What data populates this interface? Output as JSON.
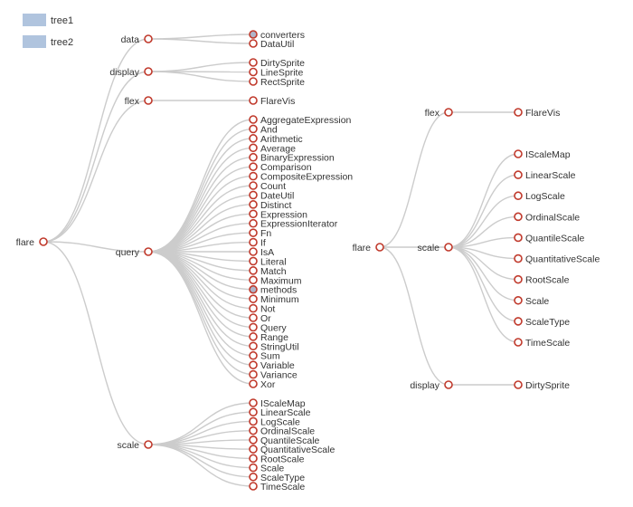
{
  "colors": {
    "link": "#cccccc",
    "node_stroke": "#c0392b",
    "node_fill": "#ffffff",
    "node_fill_collapsed": "#b0b4c8",
    "legend_swatch": "#b0c4de",
    "text": "#333333"
  },
  "legend": [
    {
      "label": "tree1"
    },
    {
      "label": "tree2"
    }
  ],
  "tree1": {
    "name": "flare",
    "children": [
      {
        "name": "data",
        "children": [
          {
            "name": "converters",
            "collapsed": true
          },
          {
            "name": "DataUtil"
          }
        ]
      },
      {
        "name": "display",
        "children": [
          {
            "name": "DirtySprite"
          },
          {
            "name": "LineSprite"
          },
          {
            "name": "RectSprite"
          }
        ]
      },
      {
        "name": "flex",
        "children": [
          {
            "name": "FlareVis"
          }
        ]
      },
      {
        "name": "query",
        "children": [
          {
            "name": "AggregateExpression"
          },
          {
            "name": "And"
          },
          {
            "name": "Arithmetic"
          },
          {
            "name": "Average"
          },
          {
            "name": "BinaryExpression"
          },
          {
            "name": "Comparison"
          },
          {
            "name": "CompositeExpression"
          },
          {
            "name": "Count"
          },
          {
            "name": "DateUtil"
          },
          {
            "name": "Distinct"
          },
          {
            "name": "Expression"
          },
          {
            "name": "ExpressionIterator"
          },
          {
            "name": "Fn"
          },
          {
            "name": "If"
          },
          {
            "name": "IsA"
          },
          {
            "name": "Literal"
          },
          {
            "name": "Match"
          },
          {
            "name": "Maximum"
          },
          {
            "name": "methods",
            "collapsed": true
          },
          {
            "name": "Minimum"
          },
          {
            "name": "Not"
          },
          {
            "name": "Or"
          },
          {
            "name": "Query"
          },
          {
            "name": "Range"
          },
          {
            "name": "StringUtil"
          },
          {
            "name": "Sum"
          },
          {
            "name": "Variable"
          },
          {
            "name": "Variance"
          },
          {
            "name": "Xor"
          }
        ]
      },
      {
        "name": "scale",
        "children": [
          {
            "name": "IScaleMap"
          },
          {
            "name": "LinearScale"
          },
          {
            "name": "LogScale"
          },
          {
            "name": "OrdinalScale"
          },
          {
            "name": "QuantileScale"
          },
          {
            "name": "QuantitativeScale"
          },
          {
            "name": "RootScale"
          },
          {
            "name": "Scale"
          },
          {
            "name": "ScaleType"
          },
          {
            "name": "TimeScale"
          }
        ]
      }
    ]
  },
  "tree2": {
    "name": "flare",
    "children": [
      {
        "name": "flex",
        "children": [
          {
            "name": "FlareVis"
          }
        ]
      },
      {
        "name": "scale",
        "children": [
          {
            "name": "IScaleMap"
          },
          {
            "name": "LinearScale"
          },
          {
            "name": "LogScale"
          },
          {
            "name": "OrdinalScale"
          },
          {
            "name": "QuantileScale"
          },
          {
            "name": "QuantitativeScale"
          },
          {
            "name": "RootScale"
          },
          {
            "name": "Scale"
          },
          {
            "name": "ScaleType"
          },
          {
            "name": "TimeScale"
          }
        ]
      },
      {
        "name": "display",
        "children": [
          {
            "name": "DirtySprite"
          }
        ]
      }
    ]
  }
}
